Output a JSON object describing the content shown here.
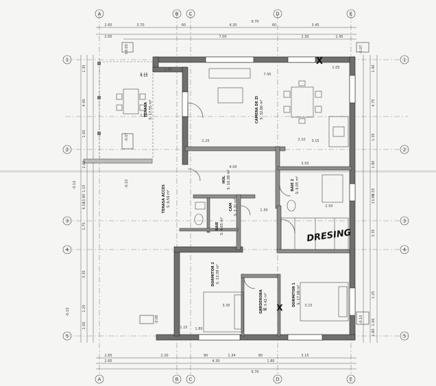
{
  "axes": {
    "letters": [
      "A",
      "B",
      "C",
      "D",
      "E"
    ],
    "numbers": [
      "1",
      "2",
      "3",
      "4",
      "5"
    ]
  },
  "dims_top": {
    "row1": [
      "2.65",
      "3.70",
      "60",
      "4.30",
      "60",
      "3.45"
    ],
    "total": "9.70",
    "row2": [
      "2.65",
      "7.00",
      "2.30",
      "1.45"
    ]
  },
  "dims_bottom": {
    "row1": [
      "2.65",
      "2.20",
      "90",
      "1.34",
      "80",
      "3.15"
    ],
    "row2": [
      "2.65",
      "4.30",
      "1.80"
    ],
    "total": "9.70"
  },
  "rooms": [
    {
      "id": "terasa",
      "name": "TERASA",
      "area": "S: 17.55 m²"
    },
    {
      "id": "camera-zi",
      "name": "CAMERA DE ZI",
      "area": "S: 32.86 m²"
    },
    {
      "id": "terasa-acces",
      "name": "TERASA ACCES",
      "area": "S: 6.56 m²"
    },
    {
      "id": "hol",
      "name": "HOL",
      "area": "S: 10.38 m²"
    },
    {
      "id": "baie2",
      "name": "BAIE 2",
      "area": "S: 6.05 m²"
    },
    {
      "id": "baie",
      "name": "BAIE",
      "area": "S: 4.65 m²"
    },
    {
      "id": "cam",
      "name": "CAM",
      "area": "S: 2.31 m²"
    },
    {
      "id": "dormitor2",
      "name": "DORMITOR 2",
      "area": "S: 13.39 m²"
    },
    {
      "id": "dormitor1",
      "name": "DORMITOR 1",
      "area": "S: 17.08 m²"
    },
    {
      "id": "garderoba",
      "name": "GARDEROBA",
      "area": "S: 3.42 m²"
    }
  ],
  "annotations": {
    "dressing": "DRESING",
    "x_mark": "X"
  },
  "dims_inner": [
    "6.15",
    "7.45",
    "1.05",
    "1.40",
    "2.25",
    "3.15",
    "4.00",
    "1.30",
    "3.30",
    "3.15",
    "1.20",
    "1.80",
    "1.15",
    "2.50",
    "3.50",
    "1.50",
    "2.10",
    "4.15"
  ],
  "dims_left": [
    "1.35",
    "4.40",
    "1.65",
    "2.60",
    "1.15",
    "4.10",
    "13.90",
    "1.75",
    "3.35",
    "1.25",
    "1.00"
  ],
  "dims_right": [
    "1.40",
    "4.75",
    "1.35",
    "1.90",
    "4.55",
    "3.35",
    "13.90",
    "1.25",
    "1.00",
    "1.80"
  ],
  "levels": [
    "-0.10",
    "-0.07",
    "-0.08",
    "-0.10",
    "±0.00",
    "-0.07",
    "-0.10",
    "-0.10"
  ]
}
